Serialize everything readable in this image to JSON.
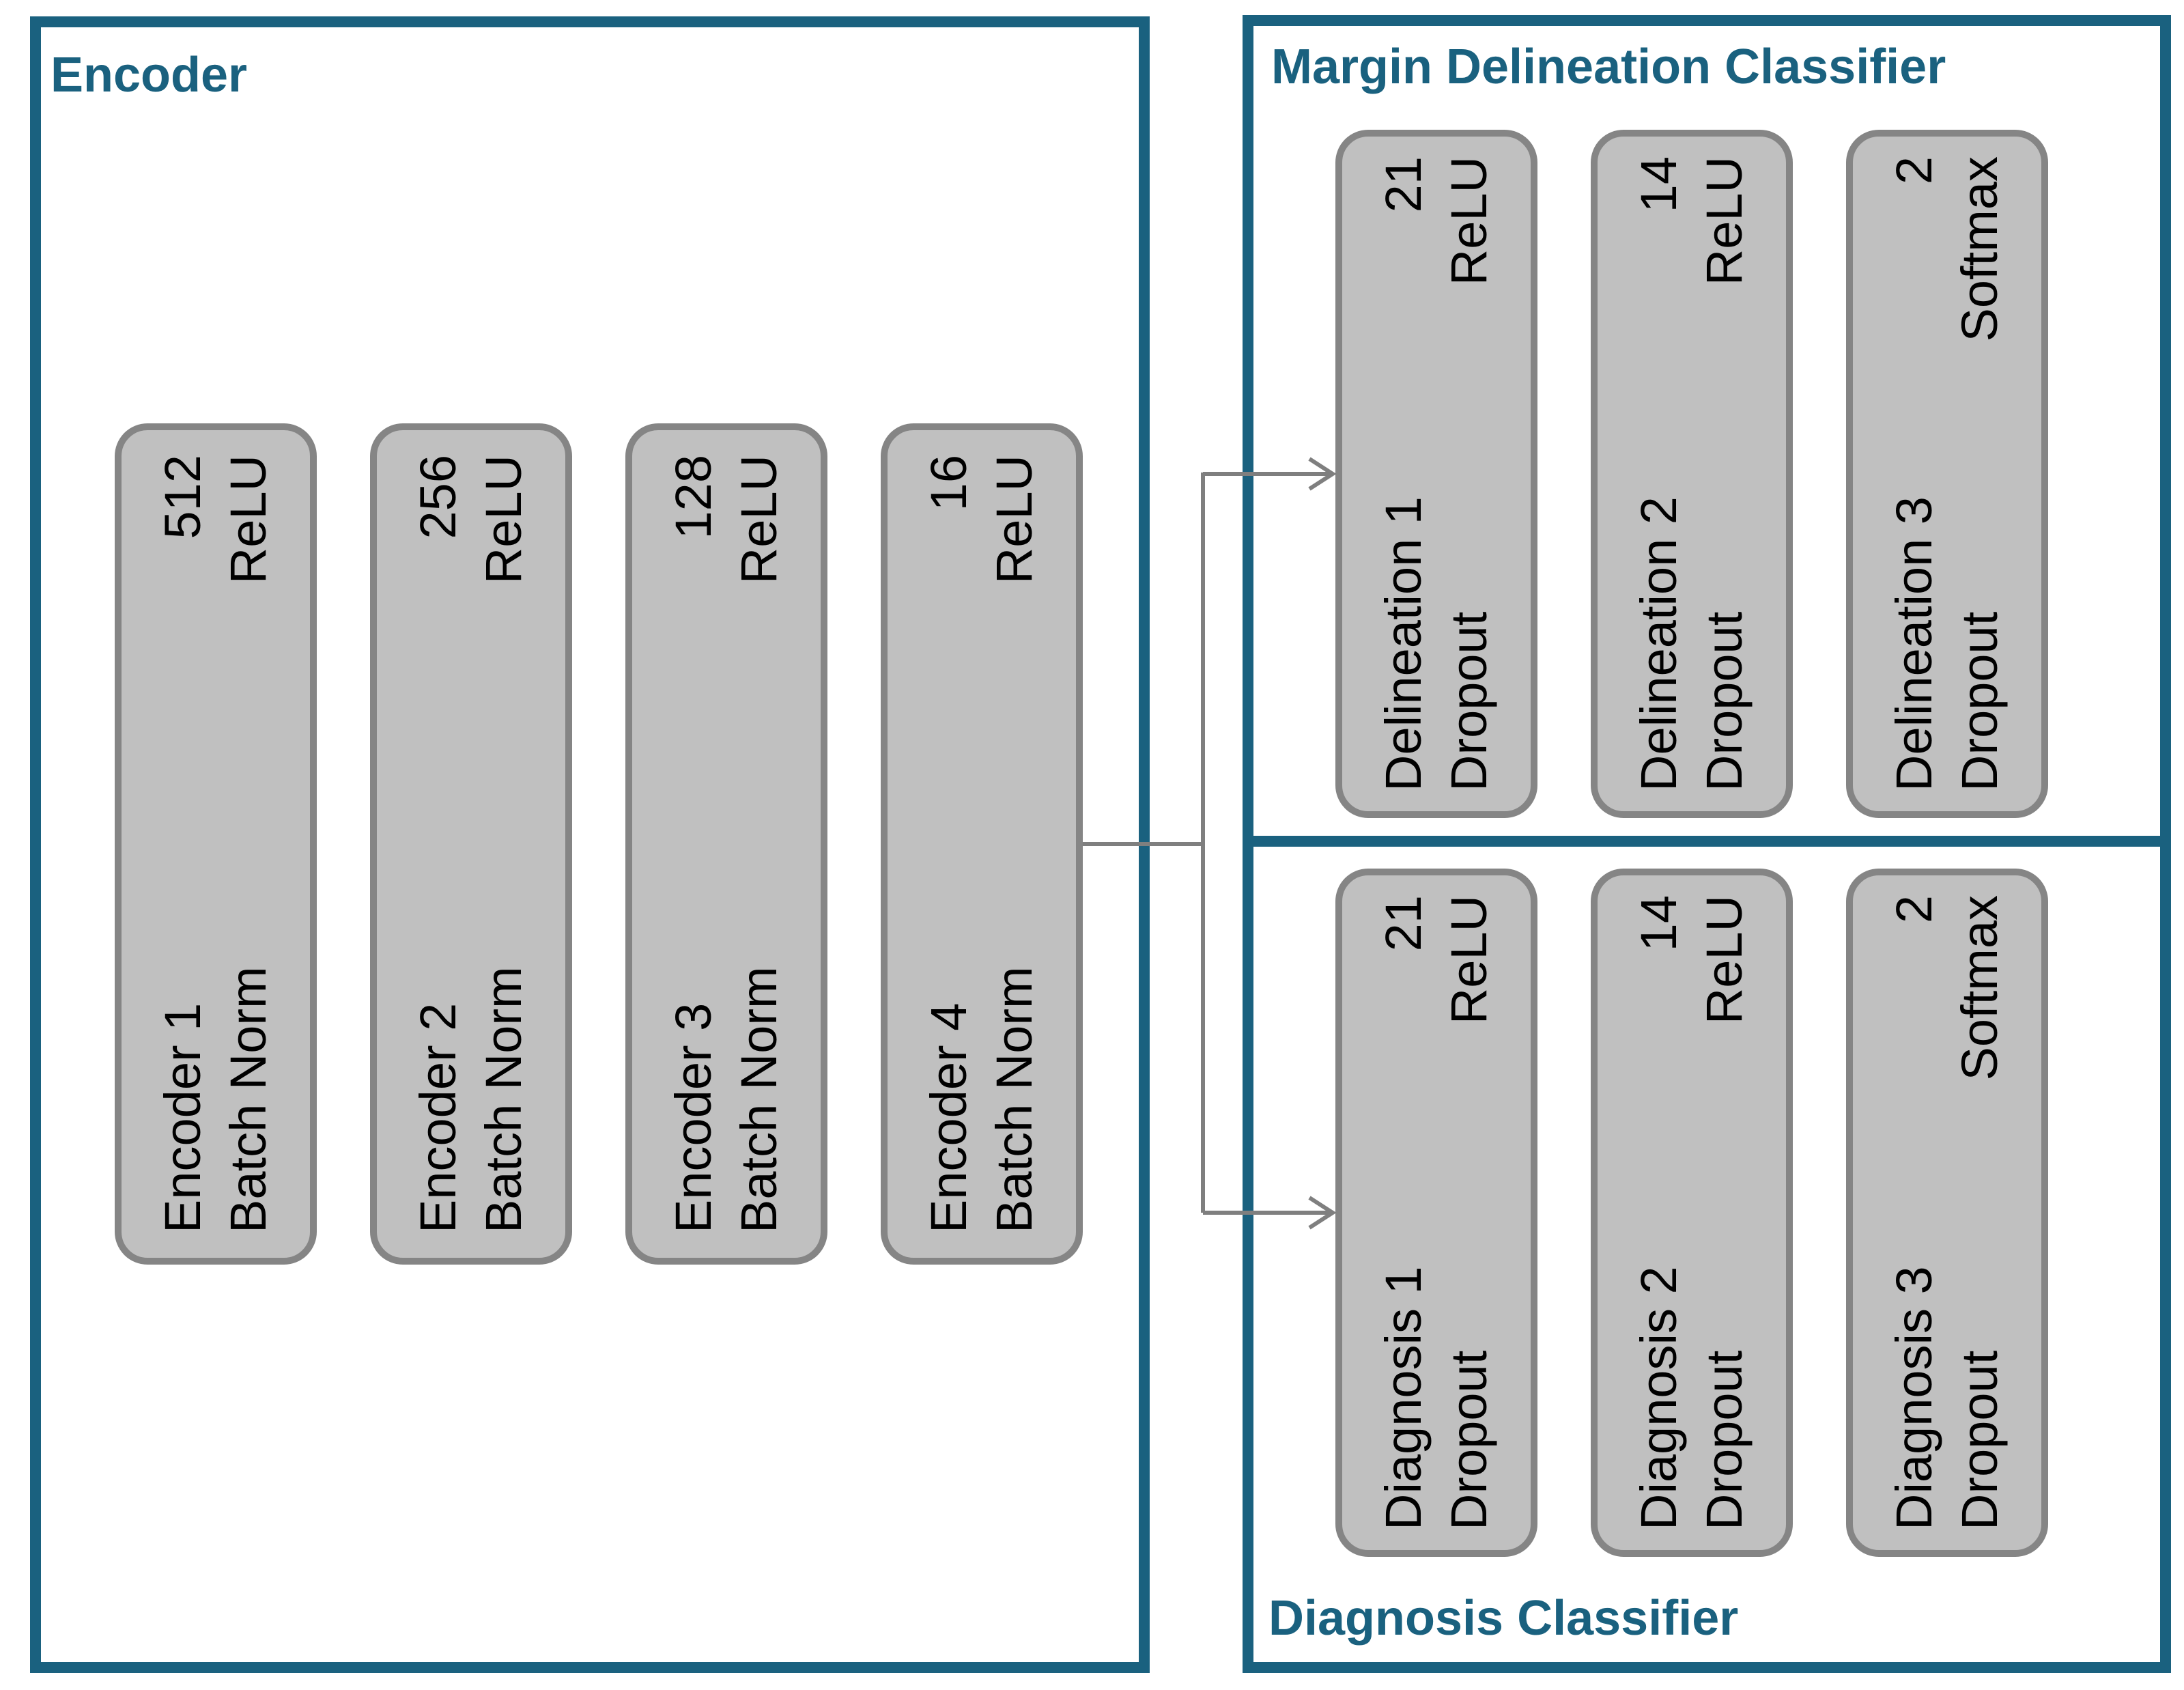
{
  "encoder": {
    "title": "Encoder",
    "layers": [
      {
        "name": "Encoder 1",
        "op": "Batch Norm",
        "size": "512",
        "activation": "ReLU"
      },
      {
        "name": "Encoder 2",
        "op": "Batch Norm",
        "size": "256",
        "activation": "ReLU"
      },
      {
        "name": "Encoder 3",
        "op": "Batch Norm",
        "size": "128",
        "activation": "ReLU"
      },
      {
        "name": "Encoder 4",
        "op": "Batch Norm",
        "size": "16",
        "activation": "ReLU"
      }
    ]
  },
  "margin_classifier": {
    "title": "Margin Delineation Classifier",
    "layers": [
      {
        "name": "Delineation 1",
        "op": "Dropout",
        "size": "21",
        "activation": "ReLU"
      },
      {
        "name": "Delineation 2",
        "op": "Dropout",
        "size": "14",
        "activation": "ReLU"
      },
      {
        "name": "Delineation 3",
        "op": "Dropout",
        "size": "2",
        "activation": "Softmax"
      }
    ]
  },
  "diagnosis_classifier": {
    "title": "Diagnosis Classifier",
    "layers": [
      {
        "name": "Diagnosis 1",
        "op": "Dropout",
        "size": "21",
        "activation": "ReLU"
      },
      {
        "name": "Diagnosis 2",
        "op": "Dropout",
        "size": "14",
        "activation": "ReLU"
      },
      {
        "name": "Diagnosis 3",
        "op": "Dropout",
        "size": "2",
        "activation": "Softmax"
      }
    ]
  },
  "colors": {
    "panel_border": "#1a617f",
    "layer_fill": "#c0c0c0",
    "layer_border": "#858585",
    "connector": "#7f7f7f"
  }
}
